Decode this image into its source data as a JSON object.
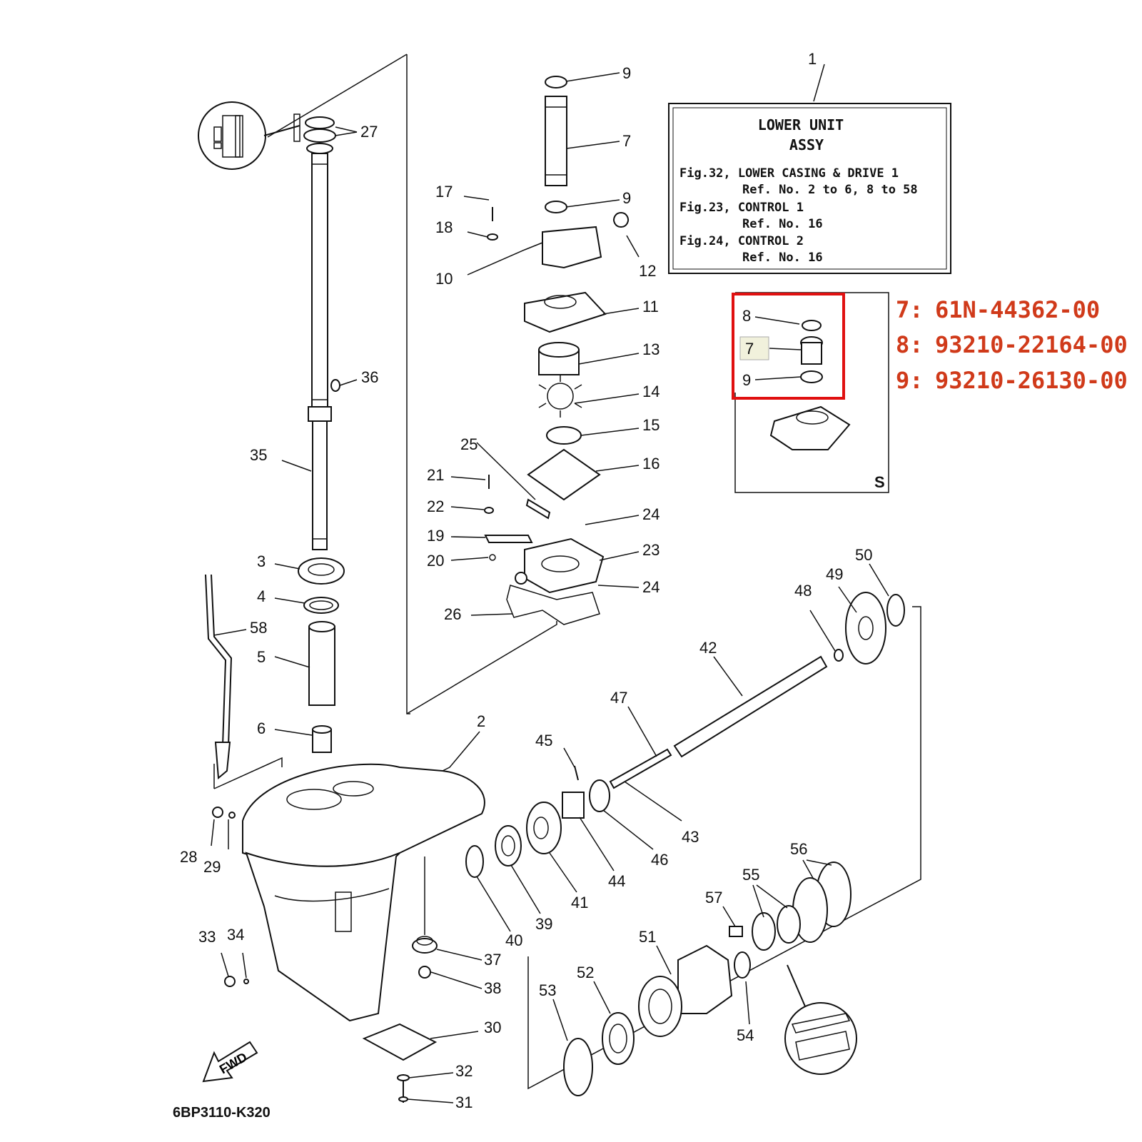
{
  "assy_box": {
    "ref": "1",
    "title_line1": "LOWER UNIT",
    "title_line2": "ASSY",
    "lines": [
      "Fig.32, LOWER CASING & DRIVE 1",
      "Ref. No. 2 to 6, 8 to 58",
      "Fig.23, CONTROL 1",
      "Ref. No. 16",
      "Fig.24, CONTROL 2",
      "Ref. No. 16"
    ]
  },
  "inset": {
    "corner_label": "S",
    "labels": [
      "8",
      "7",
      "9"
    ]
  },
  "part_numbers": [
    {
      "label": "7:",
      "number": "61N-44362-00"
    },
    {
      "label": "8:",
      "number": "93210-22164-00"
    },
    {
      "label": "9:",
      "number": "93210-26130-00"
    }
  ],
  "callouts": [
    "9",
    "7",
    "9",
    "17",
    "18",
    "10",
    "12",
    "11",
    "13",
    "14",
    "15",
    "16",
    "25",
    "21",
    "22",
    "19",
    "20",
    "24",
    "23",
    "24",
    "26",
    "27",
    "36",
    "35",
    "3",
    "4",
    "58",
    "5",
    "6",
    "2",
    "28",
    "29",
    "33",
    "34",
    "37",
    "38",
    "30",
    "32",
    "31",
    "40",
    "39",
    "41",
    "44",
    "46",
    "43",
    "45",
    "47",
    "42",
    "48",
    "49",
    "50",
    "56",
    "55",
    "57",
    "51",
    "52",
    "53",
    "54"
  ],
  "fwd_label": "FWD",
  "diagram_code": "6BP3110-K320",
  "colors": {
    "accent": "#d03a1a",
    "highlight_box": "#e01010",
    "line": "#111111"
  }
}
